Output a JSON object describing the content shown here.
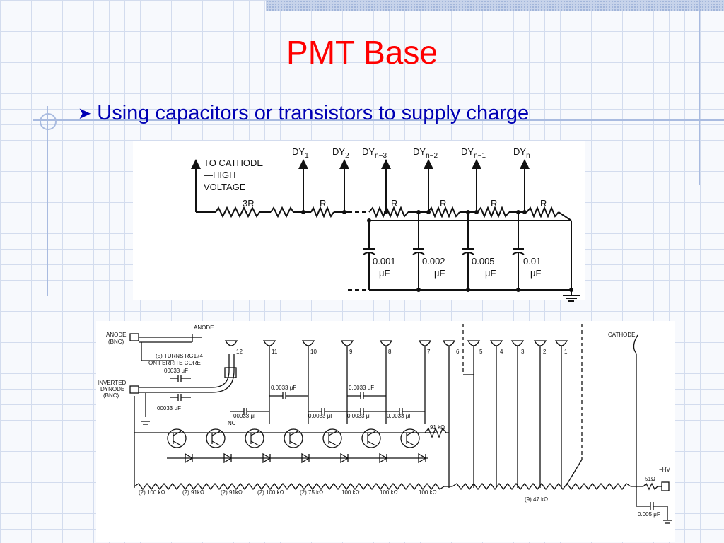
{
  "slide": {
    "title": "PMT Base",
    "bullet_text": "Using capacitors or transistors to supply charge"
  },
  "schematic_top": {
    "cathode_label": [
      "TO CATHODE",
      "—HIGH",
      "VOLTAGE"
    ],
    "dynodes": [
      {
        "base": "DY",
        "sub": "1"
      },
      {
        "base": "DY",
        "sub": "2"
      },
      {
        "base": "DY",
        "sub": "n−3"
      },
      {
        "base": "DY",
        "sub": "n−2"
      },
      {
        "base": "DY",
        "sub": "n−1"
      },
      {
        "base": "DY",
        "sub": "n"
      }
    ],
    "resistors": [
      "3R",
      "R",
      "R",
      "R",
      "R",
      "R"
    ],
    "capacitors": [
      {
        "value": "0.001",
        "unit": "μF"
      },
      {
        "value": "0.002",
        "unit": "μF"
      },
      {
        "value": "0.005",
        "unit": "μF"
      },
      {
        "value": "0.01",
        "unit": "μF"
      }
    ]
  },
  "schematic_bottom": {
    "anode_bnc": "ANODE",
    "anode_bnc_sub": "(BNC)",
    "anode_line": "ANODE",
    "turns": "(5) TURNS RG174",
    "ferrite": "ON FERRITE CORE",
    "ferrite_cap": "00033 μF",
    "inverted": [
      "INVERTED",
      "DYNODE",
      "(BNC)"
    ],
    "inverted_cap": "00033 μF",
    "nc": "NC",
    "cathode": "CATHODE",
    "dynode_numbers": [
      "12",
      "11",
      "10",
      "9",
      "8",
      "7",
      "6",
      "5",
      "4",
      "3",
      "2",
      "1"
    ],
    "caps_upper": [
      "0.0033 μF",
      "0.0033 μF"
    ],
    "caps_lower": [
      "00033 μF",
      "0.0033 μF",
      "0.0033 μF",
      "0.0033 μF"
    ],
    "r_91k": "91 kΩ",
    "bottom_resistors": [
      "(2) 100 kΩ",
      "(2) 91kΩ",
      "(2) 91kΩ",
      "(2) 100 kΩ",
      "(2) 75 kΩ",
      "100 kΩ",
      "100 kΩ",
      "100 kΩ"
    ],
    "chain_label": "(9) 47 kΩ",
    "r_51": "51Ω",
    "hv": "−HV",
    "hv_cap": "0.005 μF"
  }
}
